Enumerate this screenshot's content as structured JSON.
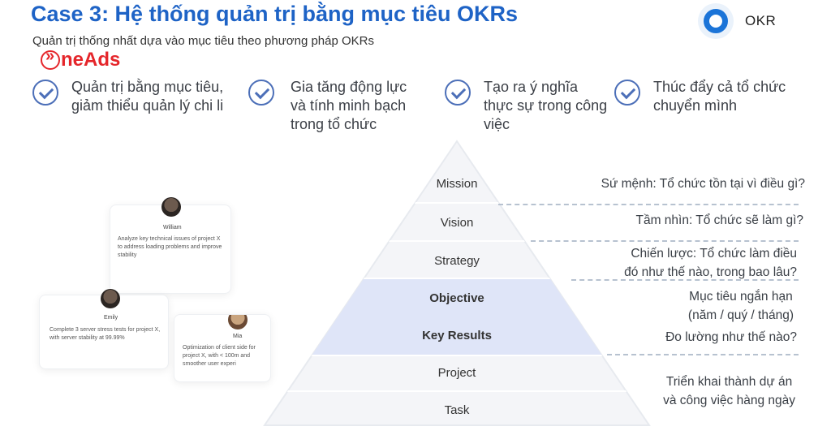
{
  "header": {
    "title": "Case 3: Hệ thống quản trị bằng mục tiêu OKRs",
    "subtitle": "Quản trị thống nhất dựa vào mục tiêu theo phương pháp OKRs",
    "okr_logo_text": "OKR",
    "brand": "neAds"
  },
  "benefits": [
    {
      "line1": "Quản trị bằng mục tiêu,",
      "line2": "giảm thiểu quản lý chi li",
      "line3": ""
    },
    {
      "line1": "Gia tăng động lực",
      "line2": "và tính minh bạch",
      "line3": "trong tổ chức"
    },
    {
      "line1": "Tạo ra ý nghĩa",
      "line2": "thực sự trong công",
      "line3": "việc"
    },
    {
      "line1": "Thúc đẩy cả tổ chức",
      "line2": "chuyển mình",
      "line3": ""
    }
  ],
  "cards": [
    {
      "name": "William",
      "text": "Analyze key technical issues of project X to address loading problems and improve stability"
    },
    {
      "name": "Emily",
      "text": "Complete 3 server stress tests for project X, with server stability at 99.99%"
    },
    {
      "name": "Mia",
      "text": "Optimization of client side for project X, with < 100m and smoother user experi"
    }
  ],
  "pyramid": {
    "levels": [
      "Mission",
      "Vision",
      "Strategy",
      "Objective",
      "Key Results",
      "Project",
      "Task"
    ],
    "highlight_color": "#dfe5f8",
    "base_color": "#f6f7f9"
  },
  "descriptions": {
    "mission": "Sứ mệnh: Tổ chức tồn tại vì điều gì?",
    "vision": "Tầm nhìn: Tổ chức sẽ làm gì?",
    "strategy_line1": "Chiến lược: Tổ chức làm điều",
    "strategy_line2": "đó như thế nào, trong bao lâu?",
    "objective_line1": "Mục tiêu ngắn hạn",
    "objective_line2": "(năm / quý / tháng)",
    "key_results": "Đo lường như thế nào?",
    "project_line1": "Triển khai thành dự án",
    "project_line2": "và công việc hàng ngày"
  },
  "colors": {
    "title": "#1e63c6",
    "brand": "#e5262b",
    "okr_logo": "#1b74d8",
    "check": "#4c6fb8"
  }
}
